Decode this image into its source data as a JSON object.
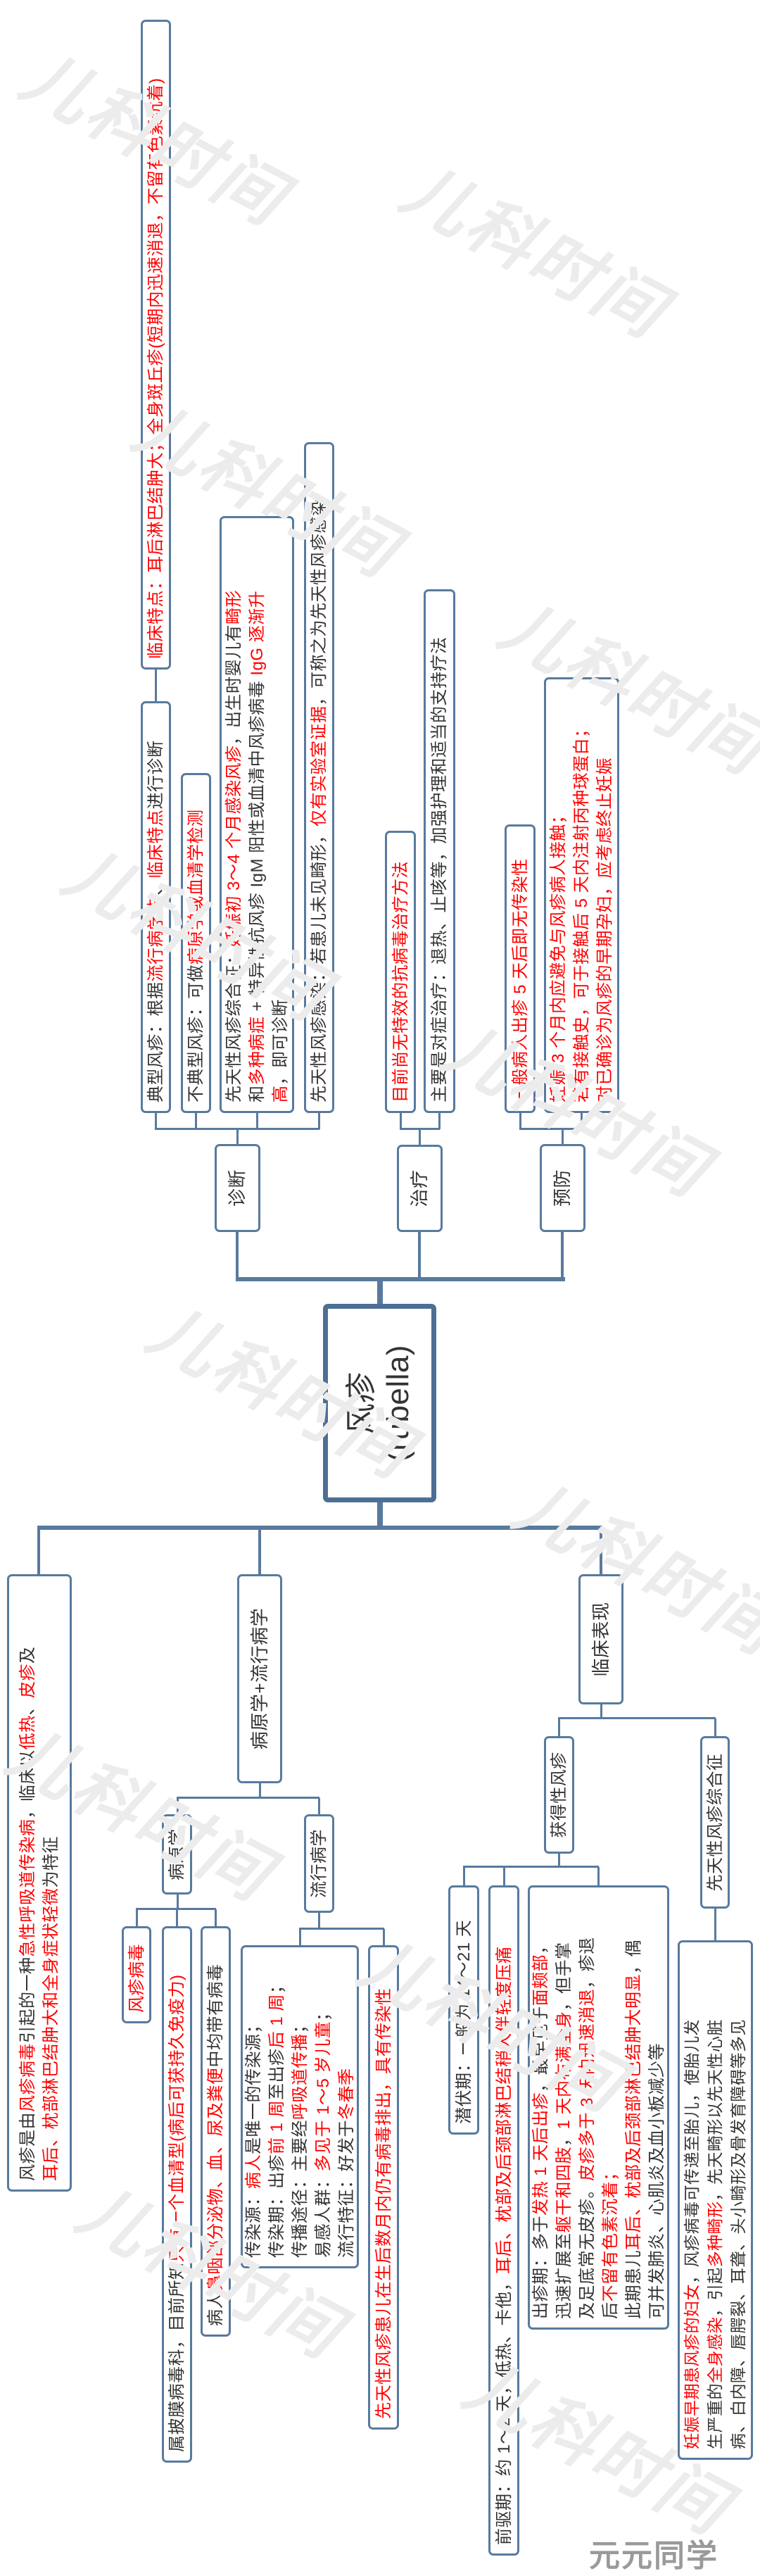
{
  "colors": {
    "line": "#587a9e",
    "highlight": "#ff0000",
    "text": "#333333"
  },
  "watermark": "儿科时间",
  "brand": "元元同学",
  "root": {
    "title": "风疹\n(rubella)"
  },
  "definition": [
    {
      "t": "风疹是由"
    },
    {
      "t": "风疹病毒",
      "red": true
    },
    {
      "t": "引起的一种"
    },
    {
      "t": "急性呼吸道传染病",
      "red": true
    },
    {
      "t": "，临床以"
    },
    {
      "t": "低热",
      "red": true
    },
    {
      "t": "、"
    },
    {
      "t": "皮疹",
      "red": true
    },
    {
      "t": "及\n"
    },
    {
      "t": "耳后、枕部淋巴结肿大和全身症状轻微",
      "red": true
    },
    {
      "t": "为特征"
    }
  ],
  "diagnosis": {
    "label": "诊断",
    "clinical_features": [
      {
        "t": "临床特点：耳后淋巴结肿大；全身斑丘疹(短期内迅速消退，不留有色素沉着)",
        "red": true
      }
    ],
    "typical": [
      {
        "t": "典型风疹：根据"
      },
      {
        "t": "流行病学史",
        "red": true
      },
      {
        "t": "、"
      },
      {
        "t": "临床特点",
        "red": true
      },
      {
        "t": "进行诊断"
      }
    ],
    "atypical": [
      {
        "t": "不典型风疹：可做"
      },
      {
        "t": "病原学或血清学检测",
        "red": true
      }
    ],
    "crs": [
      {
        "t": "先天性风疹综合征："
      },
      {
        "t": "妊娠初 3～4 个月感染风疹",
        "red": true
      },
      {
        "t": "，出生时婴儿有"
      },
      {
        "t": "畸形",
        "red": true
      },
      {
        "t": "\n和"
      },
      {
        "t": "多种病症",
        "red": true
      },
      {
        "t": " + 特异性抗风疹 IgM 阳性或血清中风疹病毒 "
      },
      {
        "t": "IgG 逐渐升\n高",
        "red": true
      },
      {
        "t": "，即可诊断"
      }
    ],
    "congenital_infection": [
      {
        "t": "先天性风疹感染：若患儿未见畸形，"
      },
      {
        "t": "仅有实验室证据",
        "red": true
      },
      {
        "t": "，可称之为先天性风疹感染"
      }
    ]
  },
  "treatment": {
    "label": "治疗",
    "items": [
      [
        {
          "t": "目前尚无特效的抗病毒治疗方法",
          "red": true
        }
      ],
      [
        {
          "t": "主要是对症治疗：退热、止咳等，加强护理和适当的支持疗法"
        }
      ]
    ]
  },
  "prevention": {
    "label": "预防",
    "items": [
      [
        {
          "t": "一般病人出疹 5 天后即无传染性",
          "red": true
        }
      ],
      [
        {
          "t": "妊娠 3 个月内应避免与风疹病人接触；\n若有接触史，可于接触后 5 天内注射丙种球蛋白；\n对已确诊为风疹的早期孕妇，应考虑终止妊娠",
          "red": true
        }
      ]
    ]
  },
  "etiology_epidemiology": {
    "label": "病原学+流行病学",
    "etiology": {
      "label": "病原学",
      "items": [
        [
          {
            "t": "风疹病毒",
            "red": true
          }
        ],
        [
          {
            "t": "属披膜病毒科，目前所知"
          },
          {
            "t": "只有一个血清型(病后可获持久免疫力)",
            "red": true
          }
        ],
        [
          {
            "t": "病人"
          },
          {
            "t": "鼻咽部分泌物、血、尿及粪便",
            "red": true
          },
          {
            "t": "中均带有病毒"
          }
        ]
      ]
    },
    "epidemiology": {
      "label": "流行病学",
      "items": [
        [
          {
            "t": "传染源："
          },
          {
            "t": "病人",
            "red": true
          },
          {
            "t": "是唯一的传染源；\n传染期：出疹"
          },
          {
            "t": "前 1 周",
            "red": true
          },
          {
            "t": "至出疹"
          },
          {
            "t": "后 1 周",
            "red": true
          },
          {
            "t": "；\n传播途径：主要经"
          },
          {
            "t": "呼吸道传播",
            "red": true
          },
          {
            "t": "；\n易感人群："
          },
          {
            "t": "多见于 1～5 岁儿童",
            "red": true
          },
          {
            "t": "；\n流行特征：好发于"
          },
          {
            "t": "冬春季",
            "red": true
          }
        ],
        [
          {
            "t": "先天性风疹患儿在生后数月内仍有病毒排出，具有传染性",
            "red": true
          }
        ]
      ]
    }
  },
  "clinical": {
    "label": "临床表现",
    "acquired": {
      "label": "获得性风疹",
      "incubation": [
        {
          "t": "潜伏期：一般为 14～21 天"
        }
      ],
      "prodromal": [
        {
          "t": "前驱期：约 1～2 天，低热、卡他，"
        },
        {
          "t": "耳后、枕部及后颈部淋巴结稍大伴轻度压痛",
          "red": true
        }
      ],
      "eruption": [
        {
          "t": "出疹期：多于"
        },
        {
          "t": "发热 1 天后出疹",
          "red": true
        },
        {
          "t": "，最早见于"
        },
        {
          "t": "面颊部",
          "red": true
        },
        {
          "t": "，\n迅速扩展至"
        },
        {
          "t": "躯干和四肢",
          "red": true
        },
        {
          "t": "，"
        },
        {
          "t": "1 天内布满全身",
          "red": true
        },
        {
          "t": "，但手掌\n及足底常无皮疹。"
        },
        {
          "t": "皮疹多于 3 天内迅速消退",
          "red": true
        },
        {
          "t": "，疹退\n后"
        },
        {
          "t": "不留有色素沉着；",
          "red": true
        },
        {
          "t": "\n此期患儿"
        },
        {
          "t": "耳后、枕部及后颈部淋巴结肿大明显",
          "red": true
        },
        {
          "t": "，偶\n可并发肺炎、心肌炎及血小板减少等"
        }
      ]
    },
    "crs": {
      "label": "先天性风疹综合征",
      "detail": [
        {
          "t": "妊娠早期患风疹的妇女",
          "red": true
        },
        {
          "t": "，风疹病毒可传递至胎儿，使胎儿发\n生严重的"
        },
        {
          "t": "全身感染",
          "red": true
        },
        {
          "t": "，引起"
        },
        {
          "t": "多种畸形",
          "red": true
        },
        {
          "t": "，先天畸形以先天性心脏\n病、白内障、唇腭裂、耳聋、头小畸形及骨发育障碍等多见"
        }
      ]
    }
  }
}
